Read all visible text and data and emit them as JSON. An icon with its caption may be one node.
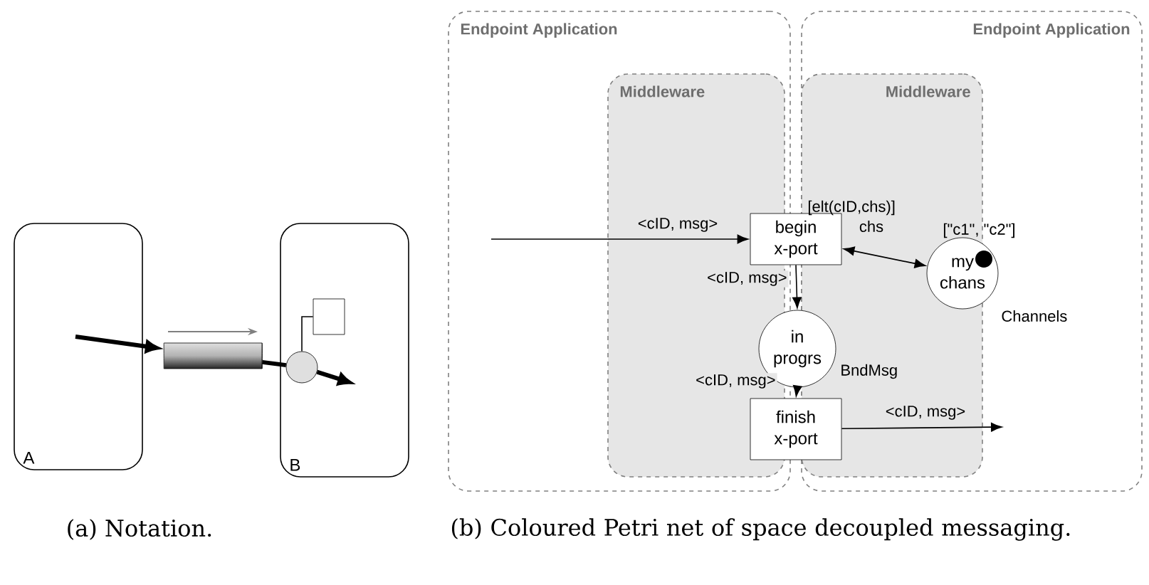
{
  "diagram": {
    "nodes": [
      {
        "text": [
          "A"
        ]
      },
      {
        "text": [
          "B"
        ]
      },
      {
        "text": [],
        "shape": "cylinder"
      },
      {
        "text": [],
        "shape": "circle",
        "in": 1
      },
      {
        "text": [],
        "shape": "box",
        "in": 1
      },
      {
        "text": [
          "Endpoint Application"
        ]
      },
      {
        "text": [
          "Endpoint Application"
        ]
      },
      {
        "text": [
          "Middleware"
        ],
        "in": 5
      },
      {
        "text": [
          "Middleware"
        ],
        "in": 6
      },
      {
        "text": [
          "begin x-port"
        ],
        "beside": [
          "[elt(cID,chs)]"
        ]
      },
      {
        "text": [
          "my chans"
        ],
        "beside": [
          "[\"c1\", \"c2\"]",
          "Channels"
        ],
        "in": 8
      },
      {
        "text": [
          "in progrs"
        ],
        "beside": [
          "BndMsg"
        ]
      },
      {
        "text": [
          "finish x-port"
        ]
      }
    ],
    "edges": [
      {
        "from": 0,
        "to": 2,
        "arrow": "to",
        "style": "thick"
      },
      {
        "from": 2,
        "to": 3,
        "arrow": "none",
        "style": "thick"
      },
      {
        "from": 3,
        "to": null,
        "arrow": "to",
        "style": "thick"
      },
      {
        "from": 3,
        "to": 4,
        "arrow": "none"
      },
      {
        "from": null,
        "to": 9,
        "arrow": "to",
        "label": "<cID, msg>"
      },
      {
        "from": 9,
        "to": 10,
        "arrow": "both",
        "label": "chs"
      },
      {
        "from": 9,
        "to": 11,
        "arrow": "to",
        "label": "<cID, msg>"
      },
      {
        "from": 11,
        "to": 12,
        "arrow": "to",
        "label": "<cID, msg>"
      },
      {
        "from": 12,
        "to": 8,
        "arrow": "to",
        "label": "<cID, msg>"
      }
    ],
    "labels": [
      "(a) Notation.",
      "(b) Coloured Petri net of space decoupled messaging."
    ]
  }
}
